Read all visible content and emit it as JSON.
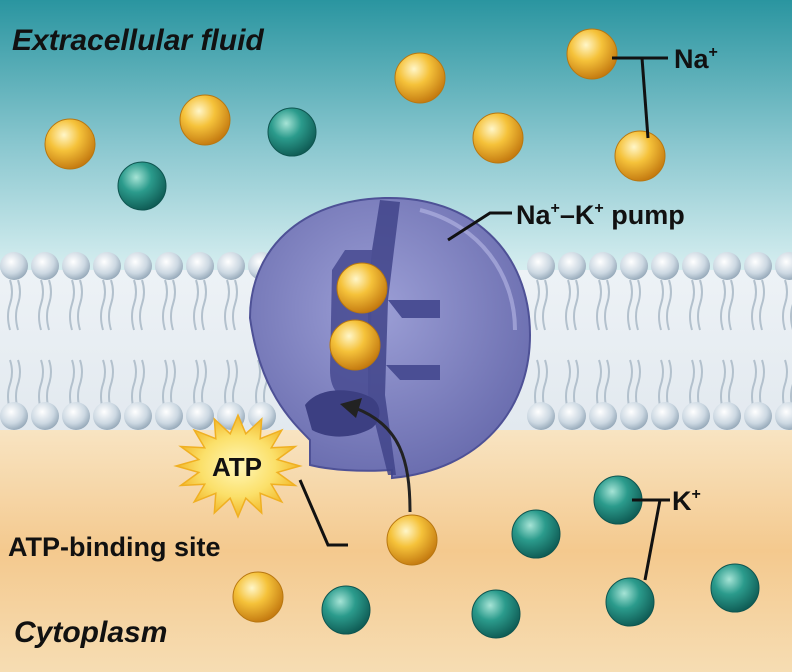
{
  "regions": {
    "top": "Extracellular fluid",
    "bottom": "Cytoplasm"
  },
  "labels": {
    "sodium": "Na",
    "sodium_sup": "+",
    "potassium": "K",
    "potassium_sup": "+",
    "pump_a": "Na",
    "pump_sup1": "+",
    "pump_b": "–K",
    "pump_sup2": "+",
    "pump_c": " pump",
    "atp": "ATP",
    "atp_site": "ATP-binding site"
  },
  "colors": {
    "extracellular_top": "#2f9aa2",
    "extracellular_bottom": "#d4ecef",
    "cytoplasm": "#f3cc92",
    "pump": "#7c7fbd",
    "sodium_ion": "#f2b733",
    "potassium_ion": "#2b9b8c",
    "membrane_head": "#c9d6e0"
  }
}
